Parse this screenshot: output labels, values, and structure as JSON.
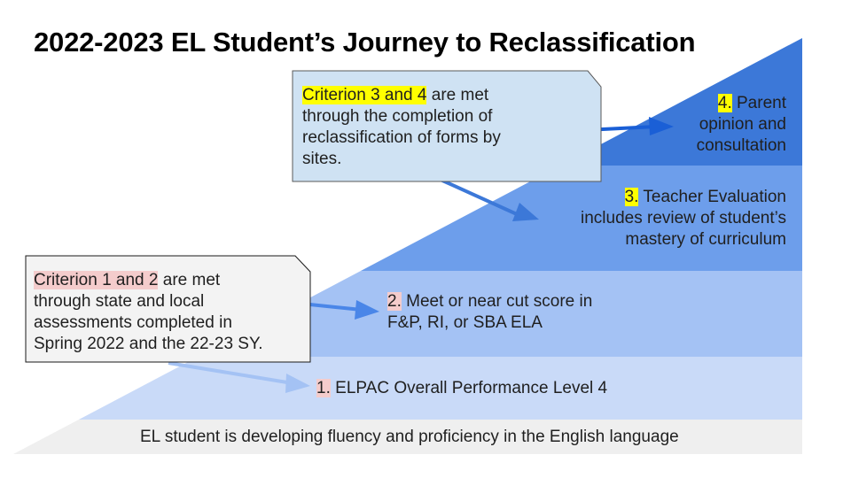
{
  "title": "2022-2023 EL Student’s Journey to Reclassification",
  "colors": {
    "band4": "#3c78d8",
    "band3": "#6d9eeb",
    "band2": "#a4c2f4",
    "band1": "#c9daf8",
    "base": "#efefef",
    "callout_top_fill": "#cfe2f3",
    "callout_bottom_fill": "#f3f3f3",
    "highlight_yellow": "#ffff00",
    "highlight_pink": "#f4cccc"
  },
  "base": {
    "text": "EL student is developing fluency and proficiency in the English language"
  },
  "steps": [
    {
      "number": "1.",
      "lines": [
        "ELPAC Overall Performance Level 4"
      ],
      "highlight": "pink"
    },
    {
      "number": "2.",
      "lines": [
        "Meet or near cut score in",
        "F&P, RI, or SBA ELA"
      ],
      "first_suffix": " Meet or near cut score in",
      "highlight": "pink"
    },
    {
      "number": "3.",
      "first_suffix": " Teacher Evaluation",
      "lines": [
        "includes review of student’s",
        "mastery of curriculum"
      ],
      "highlight": "yellow"
    },
    {
      "number": "4.",
      "first_suffix": " Parent",
      "lines": [
        "opinion and",
        "consultation"
      ],
      "highlight": "yellow"
    }
  ],
  "callouts": {
    "top": {
      "highlight": "Criterion 3 and 4",
      "rest_first": " are met",
      "lines": [
        "through the completion of",
        "reclassification of forms by",
        "sites."
      ]
    },
    "bottom": {
      "highlight": "Criterion 1 and 2",
      "rest_first": " are met",
      "lines": [
        "through state and local",
        "assessments completed in",
        "Spring 2022 and the 22-23 SY."
      ]
    }
  }
}
